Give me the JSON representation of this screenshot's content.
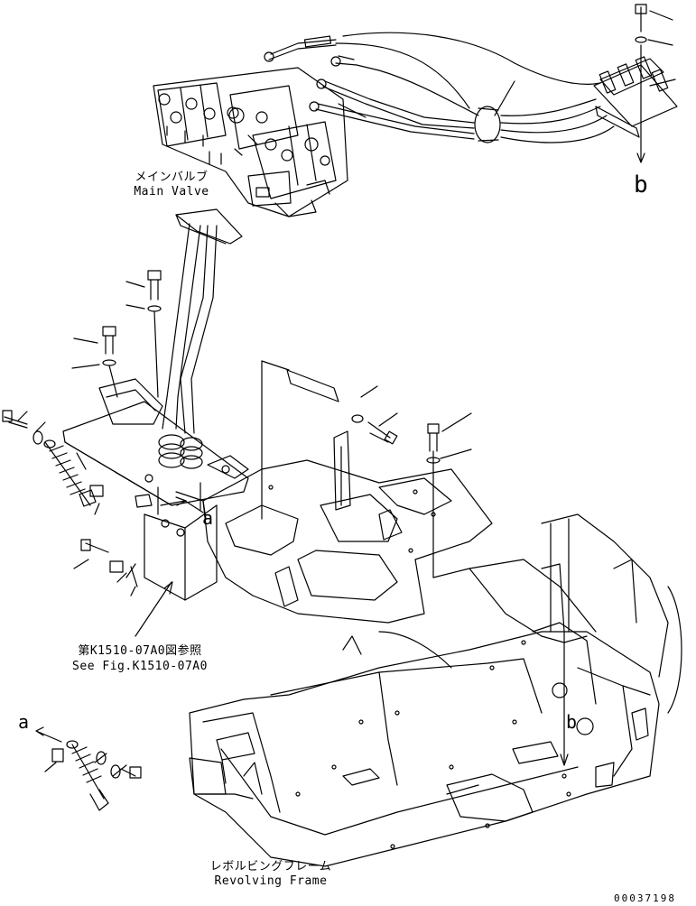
{
  "labels": {
    "main_valve_jp": "メインバルブ",
    "main_valve_en": "Main Valve",
    "see_fig_jp": "第K1510-07A0図参照",
    "see_fig_en": "See Fig.K1510-07A0",
    "frame_jp": "レボルビングフレーム",
    "frame_en": "Revolving Frame",
    "ref_a_top": "a",
    "ref_a_bottom": "a",
    "ref_b_top": "b",
    "ref_b_mid": "b",
    "drawing_no": "00037198"
  },
  "style": {
    "line_color": "#000000",
    "background": "#ffffff"
  }
}
